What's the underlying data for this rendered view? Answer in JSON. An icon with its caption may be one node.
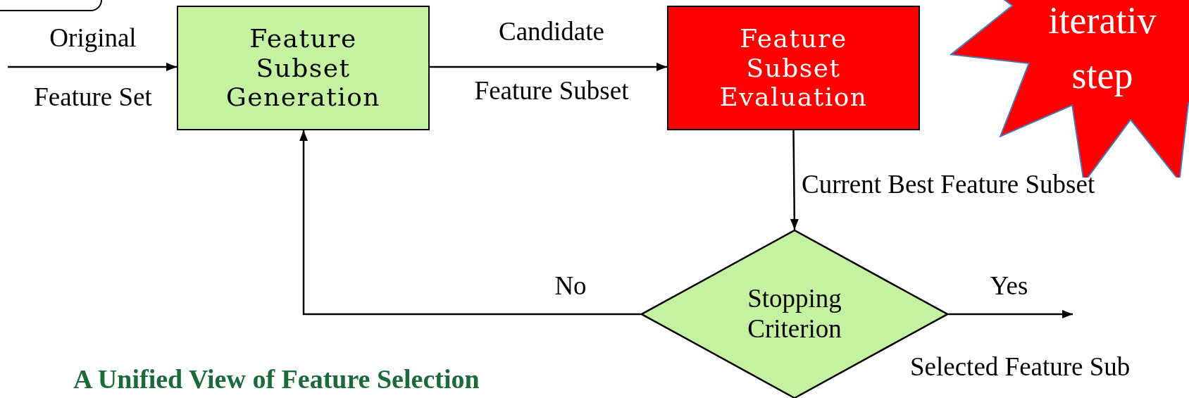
{
  "diagram": {
    "title": "A Unified View of Feature Selection",
    "nodes": [
      {
        "text": [],
        "shape": "box"
      },
      {
        "text": [
          "Feature Subset Generation"
        ]
      },
      {
        "text": [
          "Feature Subset Evaluation"
        ]
      },
      {
        "text": [
          "Stopping Criterion"
        ]
      },
      {
        "text": [
          "iterativ step"
        ]
      }
    ],
    "edges": [
      {
        "from": null,
        "to": 1,
        "arrow": "to",
        "label": "Original Feature Set"
      },
      {
        "from": 1,
        "to": 2,
        "arrow": "to",
        "label": "Candidate Feature Subset"
      },
      {
        "from": 2,
        "to": 3,
        "arrow": "to",
        "label": "Current Best Feature Subset"
      },
      {
        "from": 3,
        "to": 1,
        "arrow": "to",
        "label": "No"
      },
      {
        "from": 3,
        "to": null,
        "arrow": "to",
        "label": "Yes"
      }
    ],
    "labels": [
      "Selected Feature Sub"
    ]
  }
}
